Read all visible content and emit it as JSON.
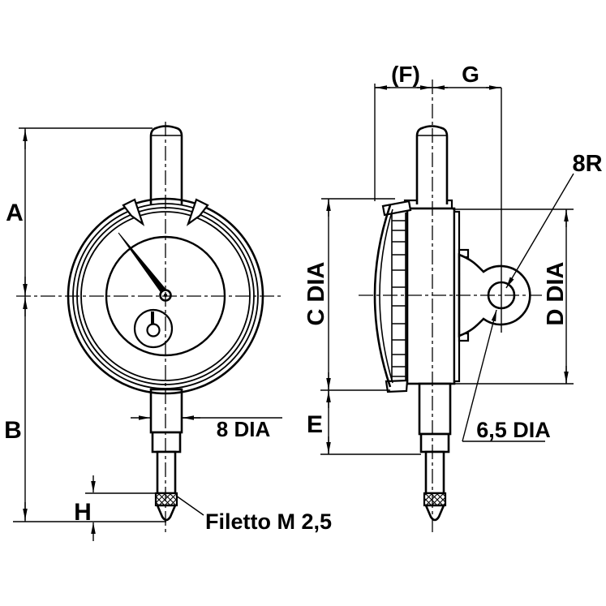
{
  "drawing": {
    "type": "technical-dimension-drawing",
    "subject": "dial-indicator-front-and-side-views",
    "colors": {
      "line": "#000000",
      "background": "#ffffff"
    },
    "labels": {
      "dim_a": "A",
      "dim_b": "B",
      "dim_h": "H",
      "dia8": "8 DIA",
      "thread": "Filetto M 2,5",
      "dim_f": "(F)",
      "dim_g": "G",
      "radius8": "8R",
      "dim_c": "C DIA",
      "dim_d": "D DIA",
      "dim_e": "E",
      "dia65": "6,5 DIA"
    }
  }
}
